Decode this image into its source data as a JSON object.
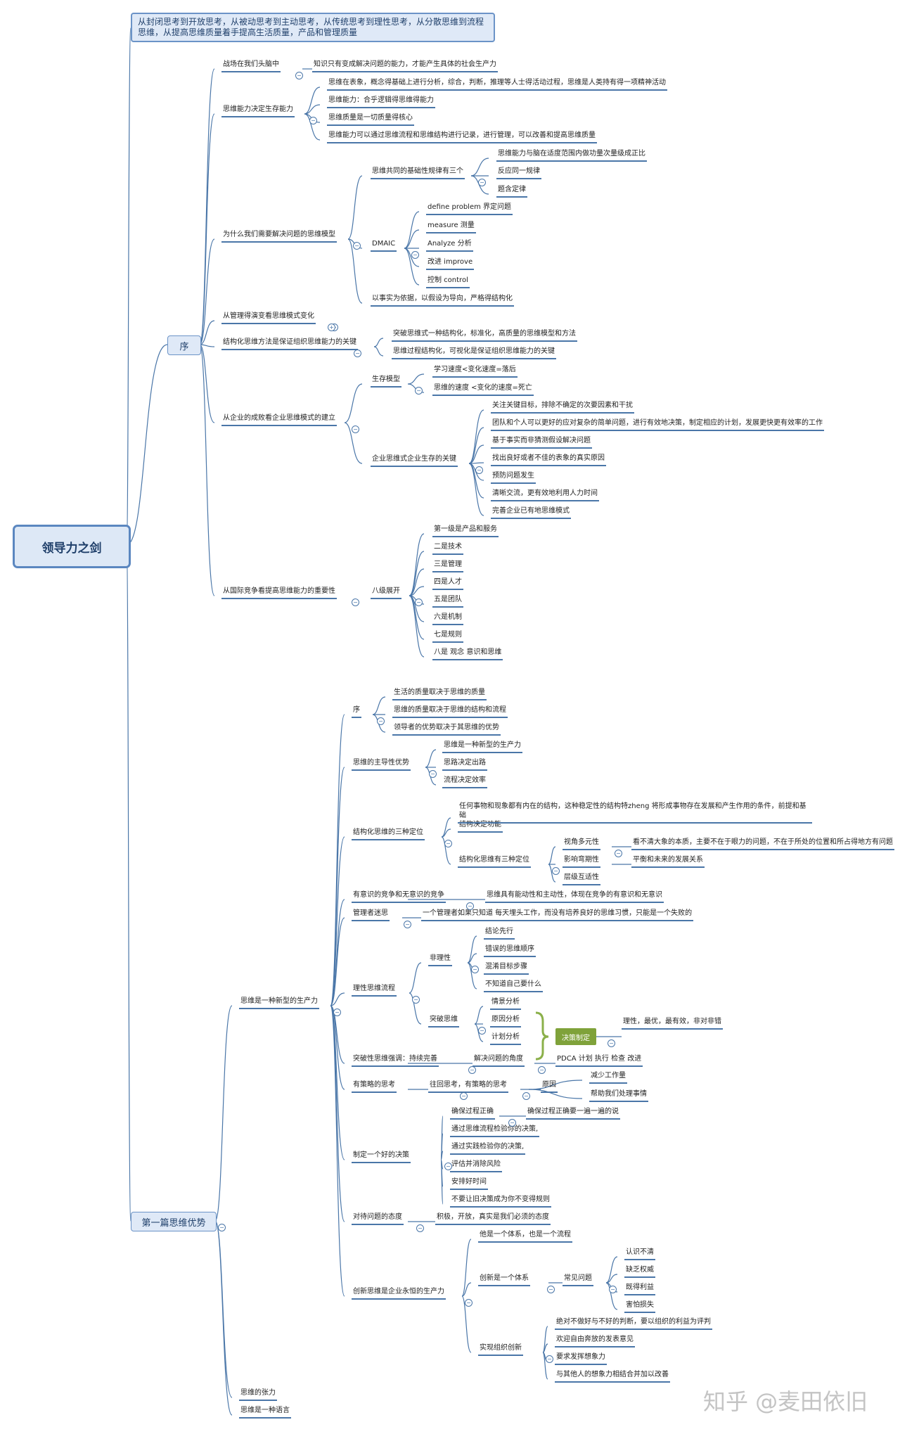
{
  "title": "领导力之剑",
  "intro_note": "从封闭思考到开放思考，从被动思考到主动思考，从传统思考到理性思考，从分散思维到流程思维，从提高思维质量着手提高生活质量，产品和管理质量",
  "watermark": "知乎 @麦田依旧",
  "branches": {
    "xu": "序",
    "part1": "第一篇思维优势"
  },
  "xu": {
    "battlefield": "战场在我们头脑中",
    "battlefield_note": "知识只有变成解决问题的能力，才能产生具体的社会生产力",
    "ability": "思维能力决定生存能力",
    "ability_items": [
      "思维在表象，概念得基础上进行分析，综合，判断，推理等人士得活动过程，思维是人类持有得一项精神活动",
      "思维能力：合乎逻辑得思维得能力",
      "思维质量是一切质量得核心",
      "思维能力可以通过思维流程和思维结构进行记录，进行管理，可以改善和提高思维质量"
    ],
    "why": "为什么我们需要解决问题的思维模型",
    "laws": "思维共同的基础性规律有三个",
    "laws_items": [
      "思维能力与脑在适度范围内做功量次量级成正比",
      "反应同一规律",
      "题含定律"
    ],
    "dmaic": "DMAIC",
    "dmaic_items": [
      "define problem  界定问题",
      "measure  测量",
      "Analyze 分析",
      "改进  improve",
      "控制   control"
    ],
    "facts": "以事实为依据，以假设为导向，严格得结构化",
    "mgmt": "从管理得演变看思维模式变化",
    "structured": "结构化思维方法是保证组织思维能力的关键",
    "structured_items": [
      "突破思维式一种结构化，标准化，高质量的思维模型和方法",
      "思维过程结构化，可视化是保证组织思维能力的关键"
    ],
    "enterprise": "从企业的成败看企业思维模式的建立",
    "survival": "生存模型",
    "survival_items": [
      "学习速度<变化速度=落后",
      "思维的速度 <变化的速度=死亡"
    ],
    "key": "企业思维式企业生存的关键",
    "key_items": [
      "关注关键目标，排除不确定的次要因素和干扰",
      "团队和个人可以更好的应对复杂的简单问题，进行有效地决策，制定相应的计划，发展更快更有效率的工作",
      "基于事实而非猜测假设解决问题",
      "找出良好或者不佳的表象的真实原因",
      "预防问题发生",
      "清晰交流，更有效地利用人力时间",
      "完善企业已有地思维模式"
    ],
    "intl": "从国际竞争看提高思维能力的重要性",
    "eight": "八级展开",
    "eight_items": [
      "第一级是产品和服务",
      "二是技术",
      "三是管理",
      "四是人才",
      "五是团队",
      "六是机制",
      "七是规则",
      "八是 观念 意识和思维"
    ]
  },
  "part1": {
    "main": "思维是一种新型的生产力",
    "preface": "序",
    "preface_items": [
      "生活的质量取决于思维的质量",
      "思维的质量取决于思维的结构和流程",
      "领导者的优势取决于其思维的优势"
    ],
    "dominant": "思维的主导性优势",
    "dominant_items": [
      "思维是一种新型的生产力",
      "思路决定出路",
      "流程决定效率"
    ],
    "three": "结构化思维的三种定位",
    "three_item1": "任何事物和现象都有内在的结构，这种稳定性的结构特zheng 将形成事物存在发展和产生作用的条件，前提和基础",
    "three_item2": "结构决定功能",
    "three_sub": "结构化思维有三种定位",
    "three_sub_items": [
      "视角多元性",
      "影响弯期性",
      "层级互适性"
    ],
    "view_note": "看不清大象的本质，主要不在于眼力的问题，不在于所处的位置和所占得地方有问题",
    "influence_note": "平衡和未来的发展关系",
    "conscious": "有意识的竞争和无意识的竞争",
    "conscious_note": "思维具有能动性和主动性，体现在竞争的有意识和无意识",
    "manager": "管理者迷思",
    "manager_note": "一个管理者如果只知道 每天埋头工作，而没有培养良好的思维习惯，只能是一个失败的",
    "rational": "理性思维流程",
    "irrational": "非理性",
    "irrational_items": [
      "结论先行",
      "错误的思维顺序",
      "混淆目标步骤",
      "不知道自己要什么"
    ],
    "breakthrough": "突破思维",
    "breakthrough_items": [
      "情景分析",
      "原因分析",
      "计划分析"
    ],
    "decision": "决策制定",
    "decision_note": "理性，最优，最有效，非对非错",
    "emphasis": "突破性思维强调：持续完善",
    "angle": "解决问题的角度",
    "pdca": "PDCA 计划 执行  检查  改进",
    "strategic": "有策略的思考",
    "retro": "往回思考，有策略的思考",
    "reason": "原因",
    "reason_items": [
      "减少工作量",
      "帮助我们处理事情"
    ],
    "good": "制定一个好的决策",
    "ensure": "确保过程正确",
    "ensure_note": "确保过程正确要一遍一遍的说",
    "good_items": [
      "通过思维流程检验你的决策,",
      "通过实践检验你的决策,",
      "评估并消除风险",
      "安排好时间",
      "不要让旧决策成为你不变得规则"
    ],
    "attitude": "对待问题的态度",
    "attitude_note": "积极，开放，真实是我们必须的态度",
    "innovation": "创新思维是企业永恒的生产力",
    "innov_1": "他是一个体系，也是一个流程",
    "innov_2": "创新是一个体系",
    "common": "常见问题",
    "common_items": [
      "认识不清",
      "缺乏权威",
      "既得利益",
      "害怕损失"
    ],
    "realize": "实现组织创新",
    "realize_items": [
      "绝对不做好与不好的判断，要以组织的利益为评判",
      "欢迎自由奔放的发表意见",
      "要求发挥想象力",
      "与其他人的想象力相结合并加以改善"
    ],
    "tension": "思维的张力",
    "language": "思维是一种语言"
  }
}
